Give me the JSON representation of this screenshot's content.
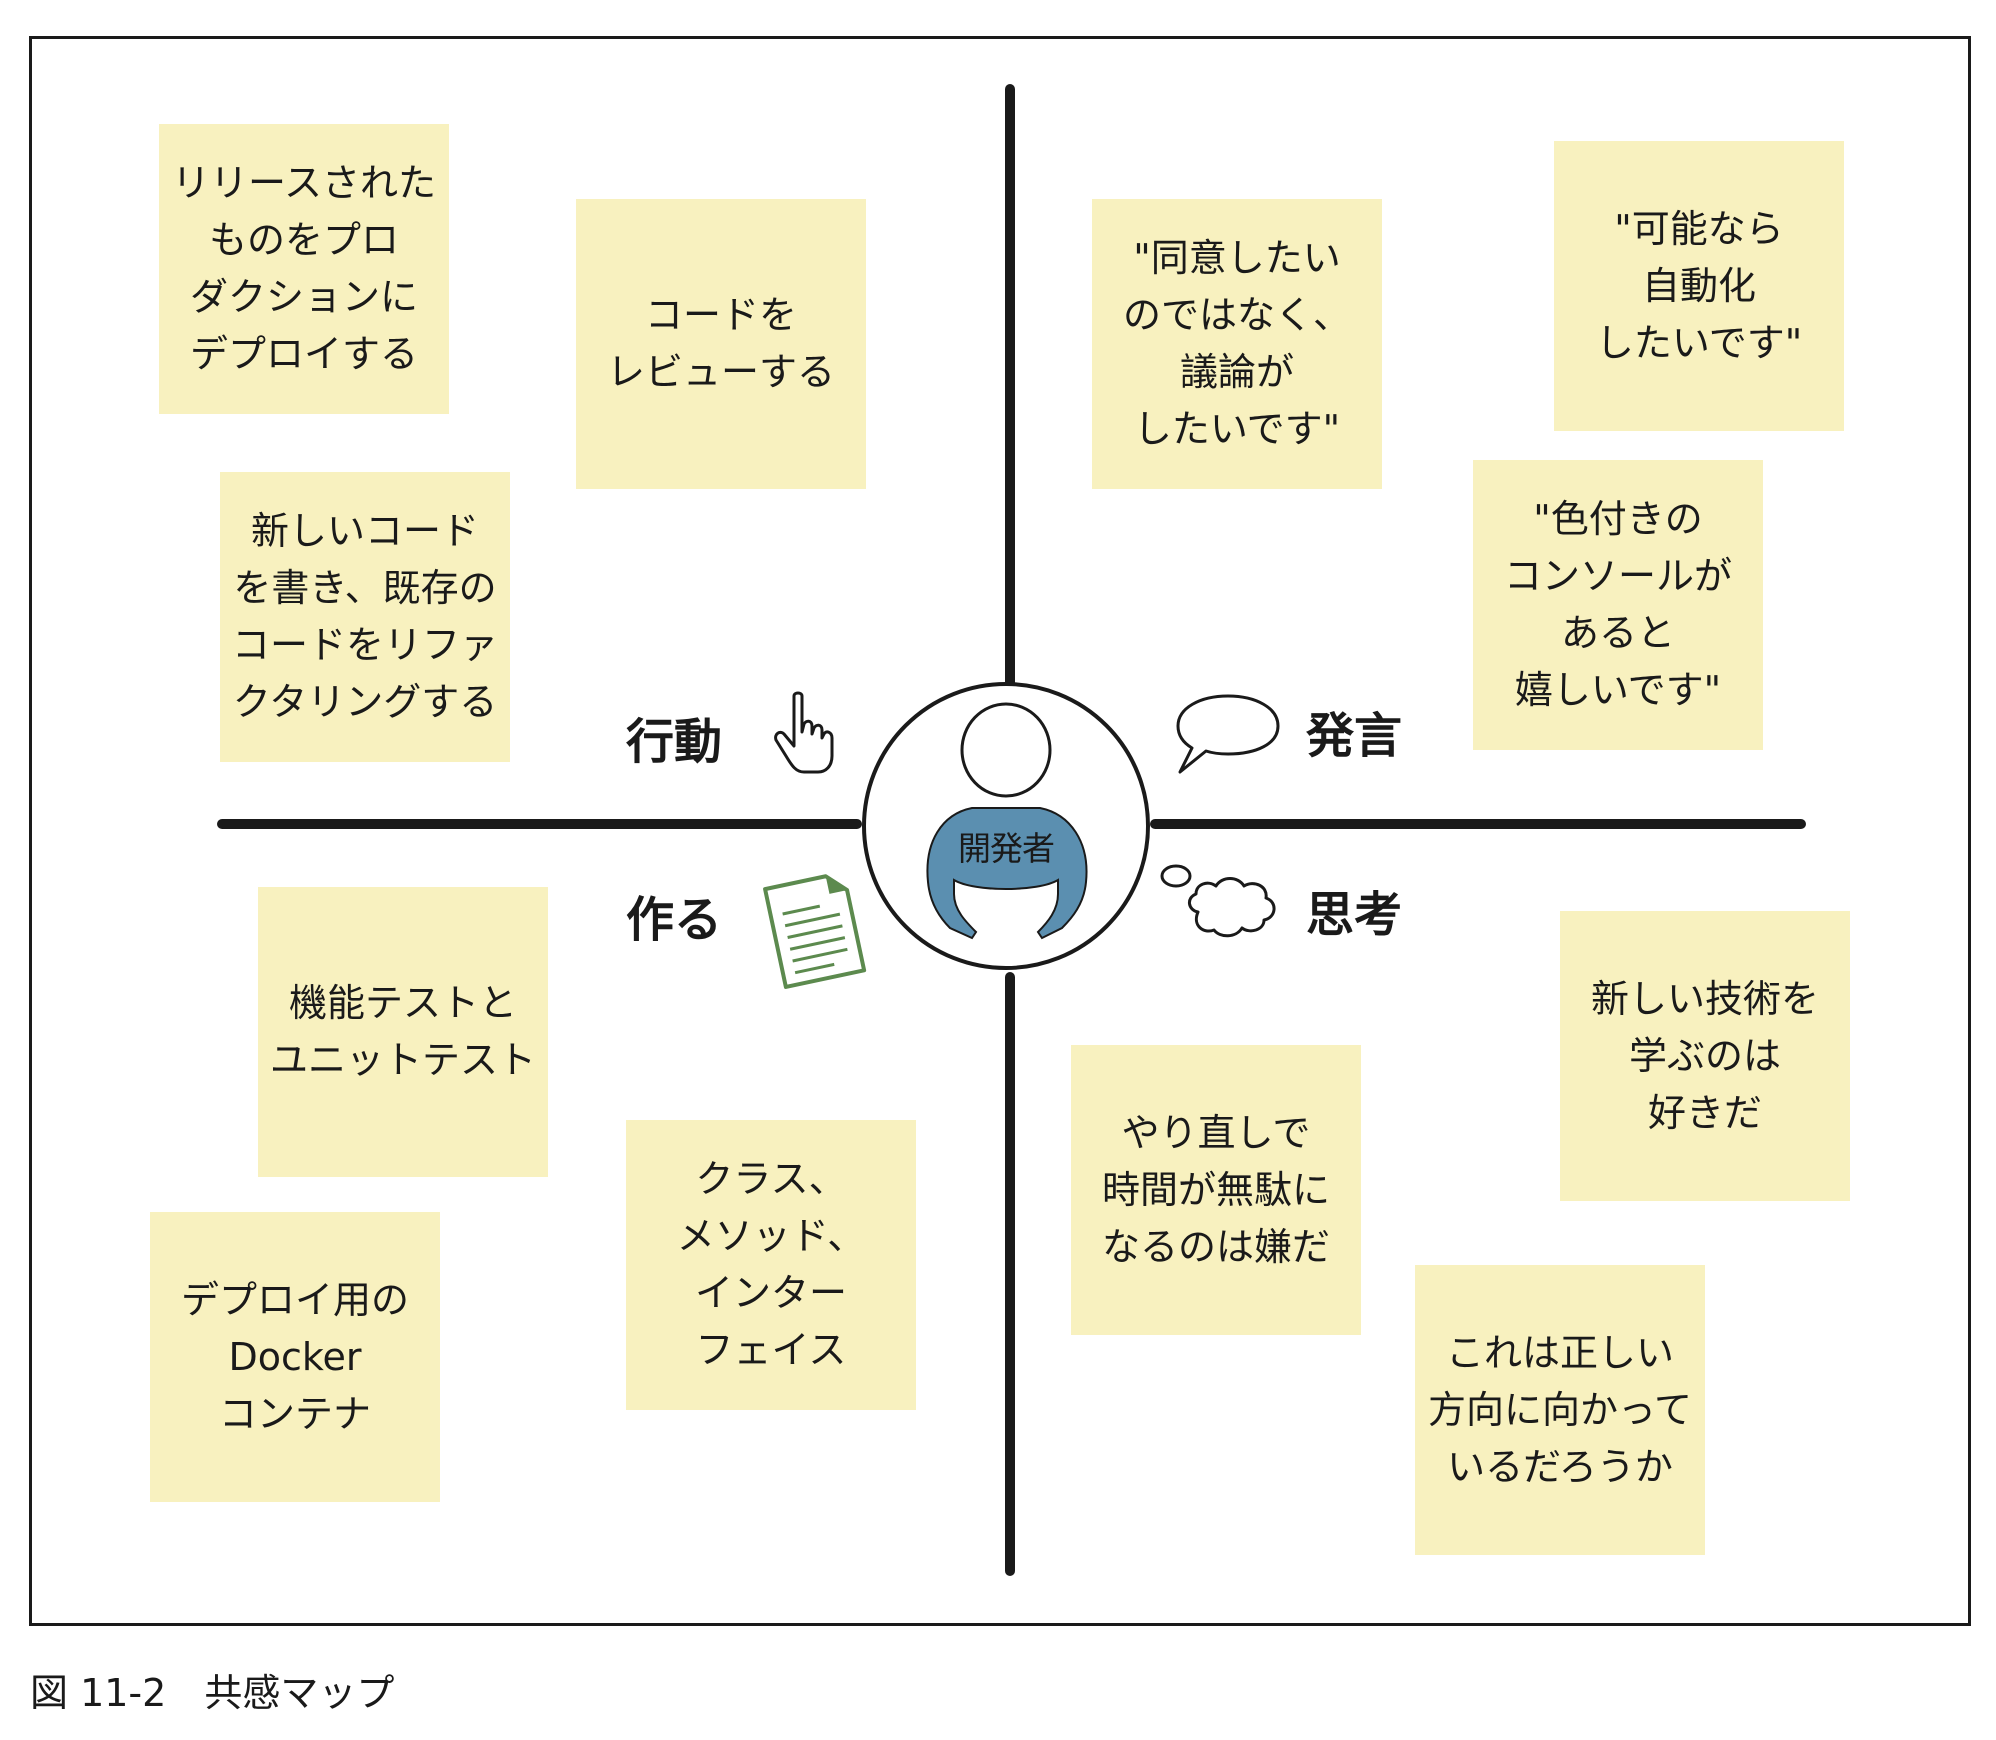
{
  "center": {
    "label": "開発者"
  },
  "quadrants": {
    "action": {
      "label": "行動",
      "icon": "pointing-hand-icon"
    },
    "speech": {
      "label": "発言",
      "icon": "speech-bubble-icon"
    },
    "make": {
      "label": "作る",
      "icon": "document-icon"
    },
    "think": {
      "label": "思考",
      "icon": "thought-cloud-icon"
    }
  },
  "notes": {
    "action": [
      "リリースされた\nものをプロ\nダクションに\nデプロイする",
      "コードを\nレビューする",
      "新しいコード\nを書き、既存の\nコードをリファ\nクタリングする"
    ],
    "speech": [
      "\"同意したい\nのではなく、\n議論が\nしたいです\"",
      "\"可能なら\n自動化\nしたいです\"",
      "\"色付きの\nコンソールが\nあると\n嬉しいです\""
    ],
    "make": [
      "機能テストと\nユニットテスト",
      "デプロイ用の\nDocker\nコンテナ",
      "クラス、\nメソッド、\nインター\nフェイス"
    ],
    "think": [
      "新しい技術を\n学ぶのは\n好きだ",
      "やり直しで\n時間が無駄に\nなるのは嫌だ",
      "これは正しい\n方向に向かって\nいるだろうか"
    ]
  },
  "colors": {
    "note": "#f8f1bf",
    "person_body": "#5b8fb0",
    "document_icon": "#5c8a4e"
  },
  "caption": "図 11-2　共感マップ"
}
